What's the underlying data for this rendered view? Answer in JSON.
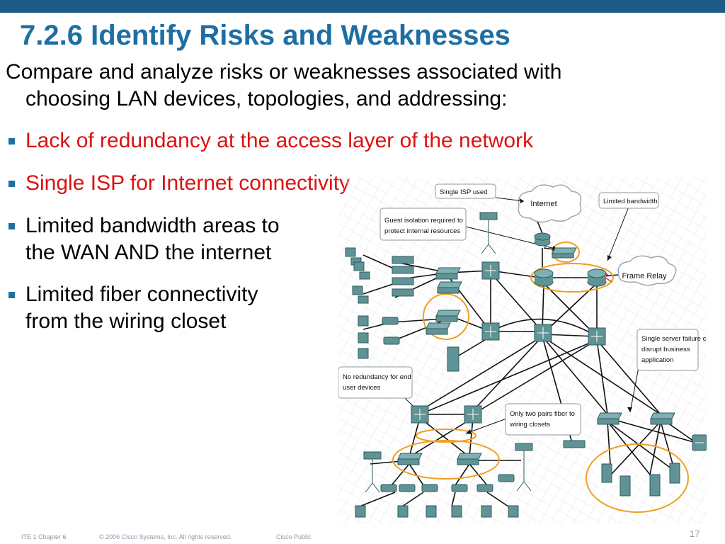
{
  "slide": {
    "title": "7.2.6 Identify Risks and Weaknesses",
    "intro_line1": "Compare and analyze risks or weaknesses associated with",
    "intro_line2": "choosing LAN devices, topologies, and addressing:",
    "bullets": [
      {
        "line1": "Lack of redundancy at the access layer of the network",
        "line2": "",
        "color": "#dd1111"
      },
      {
        "line1": "Single ISP for Internet connectivity",
        "line2": "",
        "color": "#dd1111"
      },
      {
        "line1": "Limited bandwidth areas to",
        "line2": "the WAN AND the internet",
        "color": "#000000"
      },
      {
        "line1": "Limited fiber connectivity",
        "line2": "from the wiring closet",
        "color": "#000000"
      }
    ]
  },
  "diagram": {
    "cloud_internet": "Internet",
    "cloud_frame_relay": "Frame Relay",
    "callout_single_isp": "Single ISP used",
    "callout_limited_bandwidth": "Limited bandwidth",
    "callout_guest_line1": "Guest isolation required to",
    "callout_guest_line2": "protect internal resources",
    "callout_server_line1": "Single server failure can",
    "callout_server_line2": "disrupt business",
    "callout_server_line3": "application",
    "callout_redundancy_line1": "No redundancy for end",
    "callout_redundancy_line2": "user devices",
    "callout_fiber_line1": "Only two pairs fiber to",
    "callout_fiber_line2": "wiring closets",
    "highlight_color": "#f0a020",
    "device_color": "#5f9396"
  },
  "footer": {
    "course": "ITE 1 Chapter 6",
    "copyright": "© 2006 Cisco Systems, Inc. All rights reserved.",
    "classification": "Cisco Public",
    "page_number": "17"
  }
}
